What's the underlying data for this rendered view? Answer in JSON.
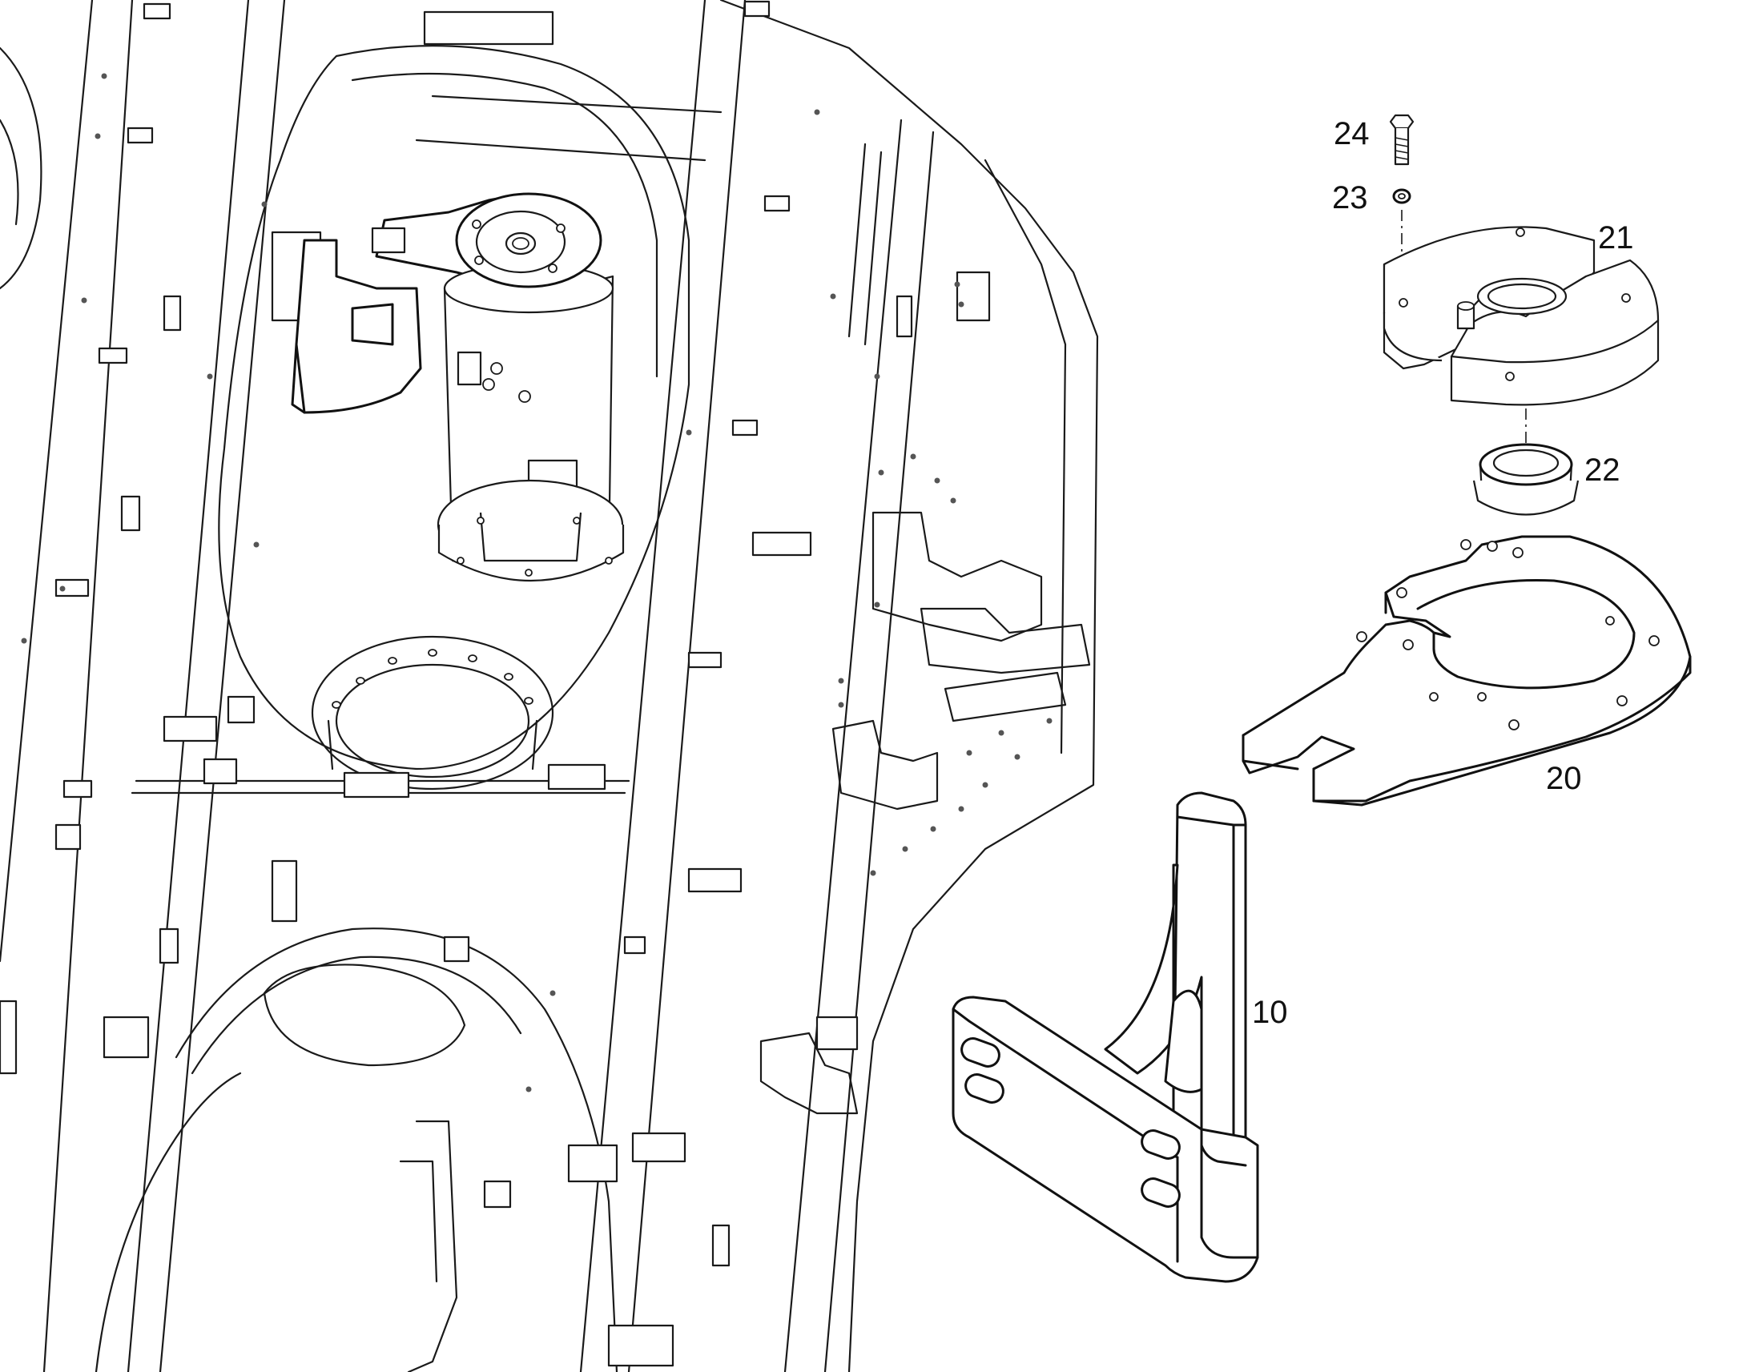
{
  "callouts": {
    "item_24": "24",
    "item_23": "23",
    "item_21": "21",
    "item_22": "22",
    "item_20": "20",
    "item_10": "10"
  },
  "colors": {
    "line": "#1a1a1a",
    "background": "#ffffff"
  }
}
